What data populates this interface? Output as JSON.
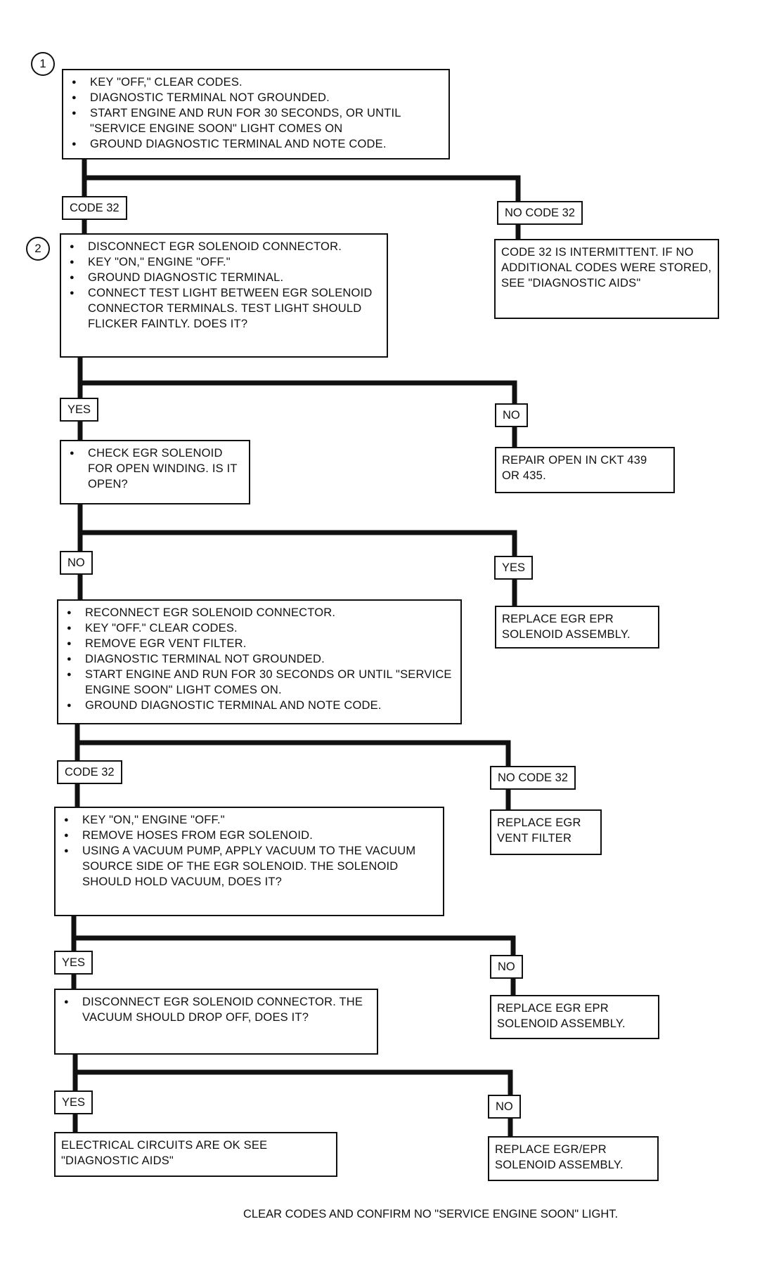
{
  "steps": [
    "1",
    "2"
  ],
  "blocks": {
    "b1": [
      "KEY \"OFF,\" CLEAR CODES.",
      "DIAGNOSTIC TERMINAL NOT GROUNDED.",
      "START ENGINE AND RUN FOR 30 SECONDS, OR UNTIL \"SERVICE ENGINE SOON\" LIGHT COMES ON",
      "GROUND DIAGNOSTIC TERMINAL AND NOTE CODE."
    ],
    "b2": [
      "DISCONNECT EGR SOLENOID CONNECTOR.",
      "KEY \"ON,\" ENGINE \"OFF.\"",
      "GROUND DIAGNOSTIC TERMINAL.",
      "CONNECT TEST LIGHT BETWEEN EGR SOLENOID CONNECTOR TERMINALS. TEST LIGHT SHOULD FLICKER FAINTLY. DOES IT?"
    ],
    "b3": [
      "CHECK EGR SOLENOID FOR OPEN WINDING. IS IT OPEN?"
    ],
    "b4": [
      "RECONNECT EGR SOLENOID CONNECTOR.",
      "KEY \"OFF.\" CLEAR CODES.",
      "REMOVE EGR VENT FILTER.",
      "DIAGNOSTIC TERMINAL NOT GROUNDED.",
      "START ENGINE AND RUN FOR 30 SECONDS OR UNTIL \"SERVICE ENGINE SOON\" LIGHT COMES ON.",
      "GROUND DIAGNOSTIC TERMINAL AND NOTE CODE."
    ],
    "b5": [
      "KEY \"ON,\" ENGINE \"OFF.\"",
      "REMOVE HOSES FROM EGR SOLENOID.",
      "USING A VACUUM PUMP, APPLY VACUUM TO THE VACUUM SOURCE SIDE OF THE EGR SOLENOID. THE SOLENOID SHOULD HOLD VACUUM, DOES IT?"
    ],
    "b6": [
      "DISCONNECT EGR SOLENOID CONNECTOR. THE VACUUM SHOULD DROP OFF, DOES IT?"
    ]
  },
  "labels": {
    "l1": "CODE 32",
    "l2": "NO CODE 32",
    "l3": "YES",
    "l4": "NO",
    "l5": "NO",
    "l6": "YES",
    "l7": "CODE 32",
    "l8": "NO CODE 32",
    "l9": "YES",
    "l10": "NO",
    "l11": "YES",
    "l12": "NO"
  },
  "results": {
    "r1": "CODE 32 IS INTERMITTENT. IF NO ADDITIONAL CODES WERE STORED, SEE \"DIAGNOSTIC AIDS\"",
    "r2": "REPAIR OPEN IN CKT 439 OR 435.",
    "r3": "REPLACE EGR EPR SOLENOID ASSEMBLY.",
    "r4": "REPLACE EGR VENT FILTER",
    "r5": "REPLACE EGR EPR SOLENOID ASSEMBLY.",
    "r6": "ELECTRICAL CIRCUITS ARE OK SEE \"DIAGNOSTIC AIDS\"",
    "r7": "REPLACE EGR/EPR SOLENOID ASSEMBLY."
  },
  "footer": "CLEAR CODES AND CONFIRM NO \"SERVICE ENGINE SOON\" LIGHT."
}
